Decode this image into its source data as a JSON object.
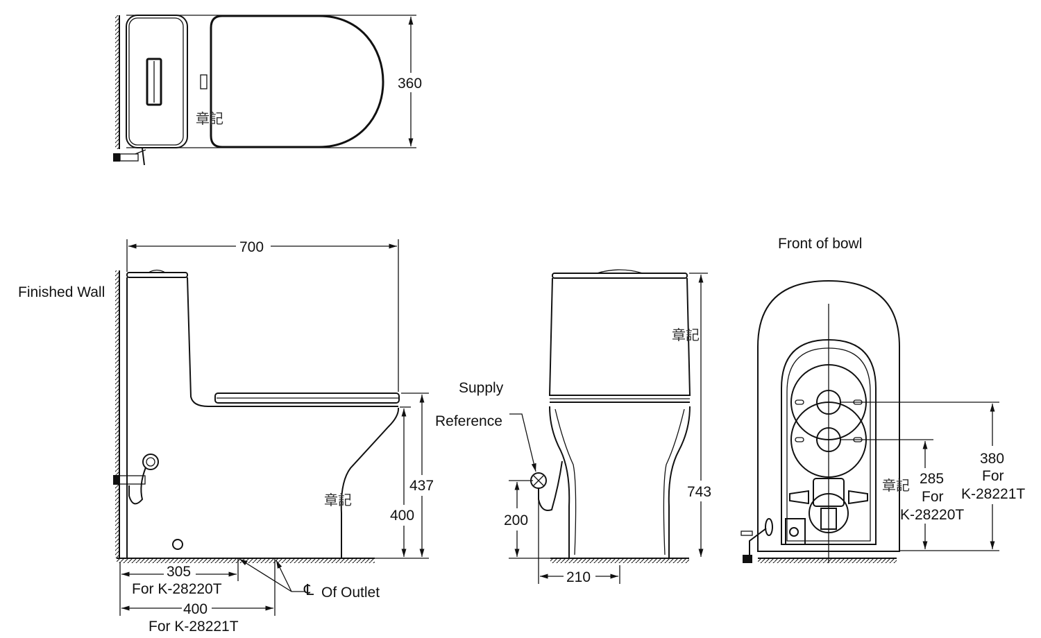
{
  "top_view": {
    "width_dim": "360",
    "watermark": "章記"
  },
  "side_view": {
    "length_dim": "700",
    "finished_wall": "Finished Wall",
    "seat_height_dim": "437",
    "rim_height_dim": "400",
    "watermark": "章記",
    "rough_in_1": {
      "value": "305",
      "label": "For K-28220T"
    },
    "rough_in_2": {
      "value": "400",
      "label": "For K-28221T"
    },
    "outlet_label": "Of Outlet",
    "centerline_symbol": "℄"
  },
  "front_view": {
    "supply_label_1": "Supply",
    "supply_label_2": "Reference",
    "supply_height_dim": "200",
    "supply_offset_dim": "210",
    "total_height_dim": "743",
    "watermark": "章記"
  },
  "rear_view": {
    "title": "Front of bowl",
    "dim_285": {
      "value": "285",
      "for": "For",
      "model": "K-28220T"
    },
    "dim_380": {
      "value": "380",
      "for": "For",
      "model": "K-28221T"
    },
    "watermark": "章記"
  }
}
